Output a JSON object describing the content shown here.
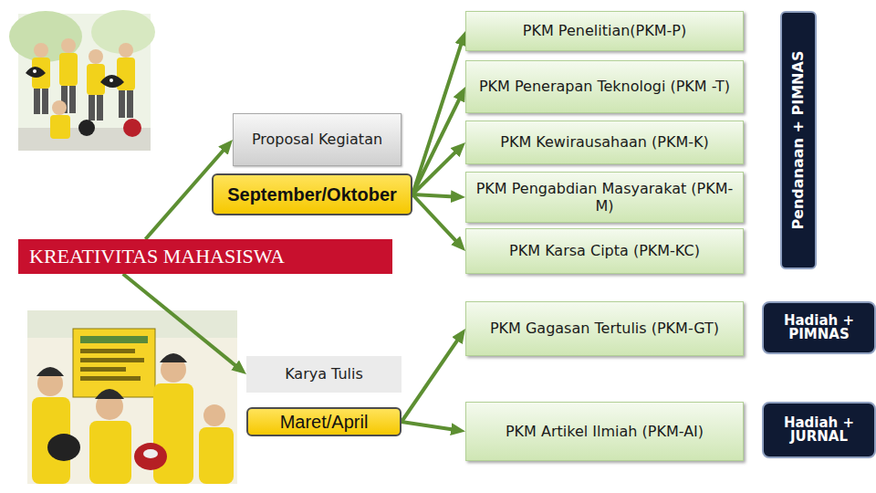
{
  "diagram": {
    "nodes": [
      {
        "text": [
          "PKM Penelitian(PKM-P)"
        ]
      },
      {
        "text": [
          "Pendanaan + PIMNAS"
        ]
      },
      {
        "text": [
          "PKM Penerapan Teknologi (PKM -T)"
        ]
      },
      {
        "text": [
          "Proposal Kegiatan"
        ]
      },
      {
        "text": [
          "PKM Kewirausahaan (PKM-K)"
        ]
      },
      {
        "text": [
          "September/Oktober"
        ]
      },
      {
        "text": [
          "PKM Pengabdian Masyarakat (PKM-M)"
        ]
      },
      {
        "text": [
          "KREATIVITAS MAHASISWA"
        ]
      },
      {
        "text": [
          "PKM Karsa Cipta (PKM-KC)"
        ]
      },
      {
        "text": [
          "PKM Gagasan Tertulis (PKM-GT)"
        ]
      },
      {
        "text": [
          "Hadiah + PIMNAS"
        ]
      },
      {
        "text": [
          "Karya Tulis"
        ]
      },
      {
        "text": [
          "Maret/April"
        ]
      },
      {
        "text": [
          "PKM Artikel Ilmiah (PKM-AI)"
        ]
      },
      {
        "text": [
          "Hadiah + JURNAL"
        ]
      }
    ],
    "edges": [
      {
        "from": 7,
        "to": 3,
        "arrow": "to"
      },
      {
        "from": 7,
        "to": 11,
        "arrow": "to"
      },
      {
        "from": 5,
        "to": 0,
        "arrow": "to"
      },
      {
        "from": 5,
        "to": 2,
        "arrow": "to"
      },
      {
        "from": 5,
        "to": 4,
        "arrow": "to"
      },
      {
        "from": 5,
        "to": 6,
        "arrow": "to"
      },
      {
        "from": 5,
        "to": 8,
        "arrow": "to"
      },
      {
        "from": 12,
        "to": 9,
        "arrow": "to"
      },
      {
        "from": 12,
        "to": 13,
        "arrow": "to"
      }
    ]
  }
}
